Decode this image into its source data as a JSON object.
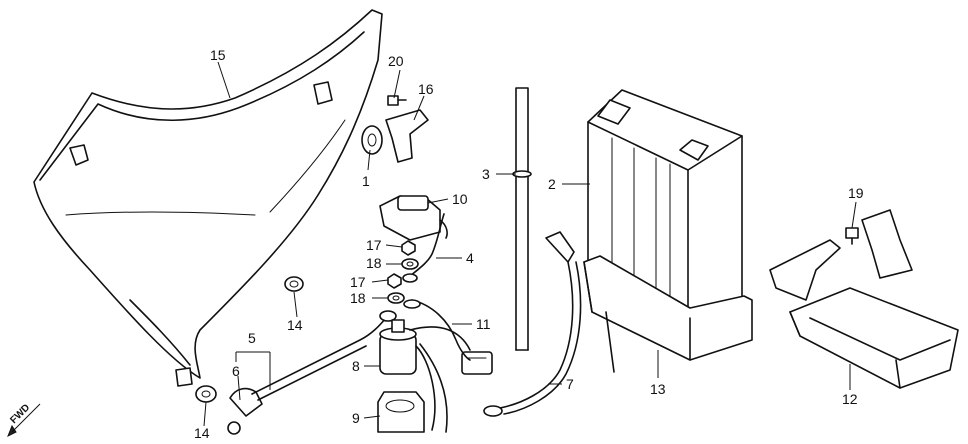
{
  "diagram": {
    "fwd_label": "FWD",
    "labels": {
      "n1": "1",
      "n2": "2",
      "n3": "3",
      "n4": "4",
      "n5": "5",
      "n6": "6",
      "n7": "7",
      "n8": "8",
      "n9": "9",
      "n10": "10",
      "n11": "11",
      "n12": "12",
      "n13": "13",
      "n14a": "14",
      "n14b": "14",
      "n15": "15",
      "n16": "16",
      "n17a": "17",
      "n17b": "17",
      "n18a": "18",
      "n18b": "18",
      "n19": "19",
      "n20": "20"
    }
  }
}
